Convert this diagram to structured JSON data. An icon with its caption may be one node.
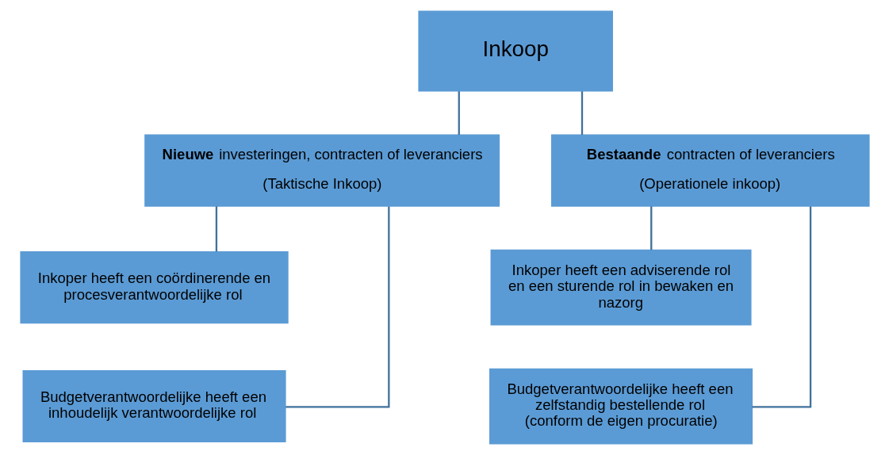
{
  "diagram": {
    "nodes": [
      {
        "text": [
          "Inkoop"
        ]
      },
      {
        "text": [
          "**Nieuwe** investeringen, contracten of leveranciers",
          "(Taktische Inkoop)"
        ]
      },
      {
        "text": [
          "**Bestaande** contracten of leveranciers",
          "(Operationele inkoop)"
        ]
      },
      {
        "text": [
          "Inkoper heeft een coördinerende en procesverantwoordelijke rol"
        ]
      },
      {
        "text": [
          "Budgetverantwoordelijke heeft een inhoudelijk verantwoordelijke rol"
        ]
      },
      {
        "text": [
          "Inkoper heeft een adviserende rol en een sturende rol in bewaken en nazorg"
        ]
      },
      {
        "text": [
          "Budgetverantwoordelijke heeft een zelfstandig bestellende rol (conform de eigen procuratie)"
        ]
      }
    ],
    "edges": [
      {
        "from": 0,
        "to": 1,
        "arrow": "none"
      },
      {
        "from": 0,
        "to": 2,
        "arrow": "none"
      },
      {
        "from": 1,
        "to": 3,
        "arrow": "none"
      },
      {
        "from": 1,
        "to": 4,
        "arrow": "none"
      },
      {
        "from": 2,
        "to": 5,
        "arrow": "none"
      },
      {
        "from": 2,
        "to": 6,
        "arrow": "none"
      }
    ]
  }
}
